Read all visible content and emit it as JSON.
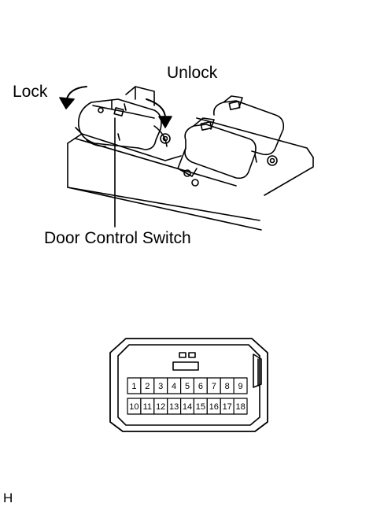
{
  "switch_figure": {
    "labels": {
      "lock": "Lock",
      "unlock": "Unlock",
      "switch_name": "Door Control Switch"
    },
    "icons": [
      "lock-arrow-icon",
      "unlock-arrow-icon"
    ]
  },
  "connector_figure": {
    "pins_top_row": [
      "1",
      "2",
      "3",
      "4",
      "5",
      "6",
      "7",
      "8",
      "9"
    ],
    "pins_bottom_row": [
      "10",
      "11",
      "12",
      "13",
      "14",
      "15",
      "16",
      "17",
      "18"
    ]
  },
  "corner_code": "H"
}
